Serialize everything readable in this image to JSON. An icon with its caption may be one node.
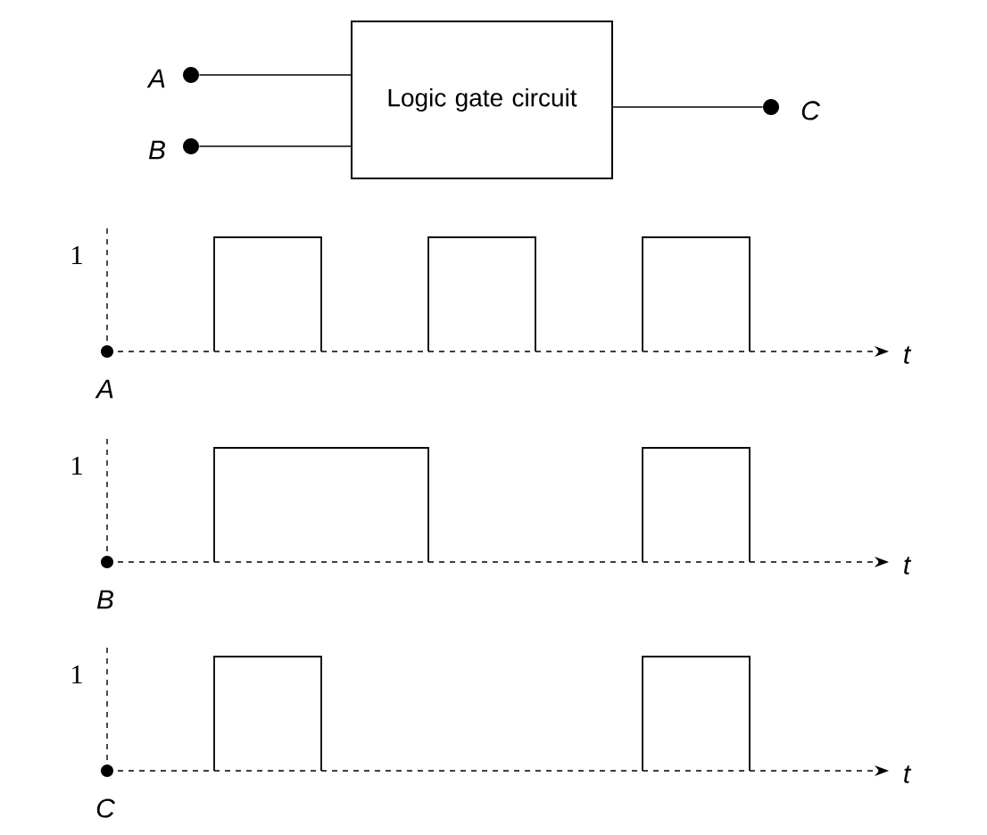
{
  "diagram": {
    "nodes": [
      {
        "text": [],
        "shape": "circle",
        "beside": [
          "A"
        ]
      },
      {
        "text": [],
        "shape": "circle",
        "beside": [
          "B"
        ]
      },
      {
        "text": [
          "Logic gate circuit"
        ]
      },
      {
        "text": [],
        "shape": "circle",
        "beside": [
          "C"
        ]
      }
    ],
    "edges": [
      {
        "from": 0,
        "to": 2,
        "arrow": "none"
      },
      {
        "from": 1,
        "to": 2,
        "arrow": "none"
      },
      {
        "from": 2,
        "to": 3,
        "arrow": "none"
      }
    ],
    "labels": [
      "1",
      "t",
      "A",
      "1",
      "t",
      "B",
      "1",
      "t",
      "C"
    ]
  }
}
